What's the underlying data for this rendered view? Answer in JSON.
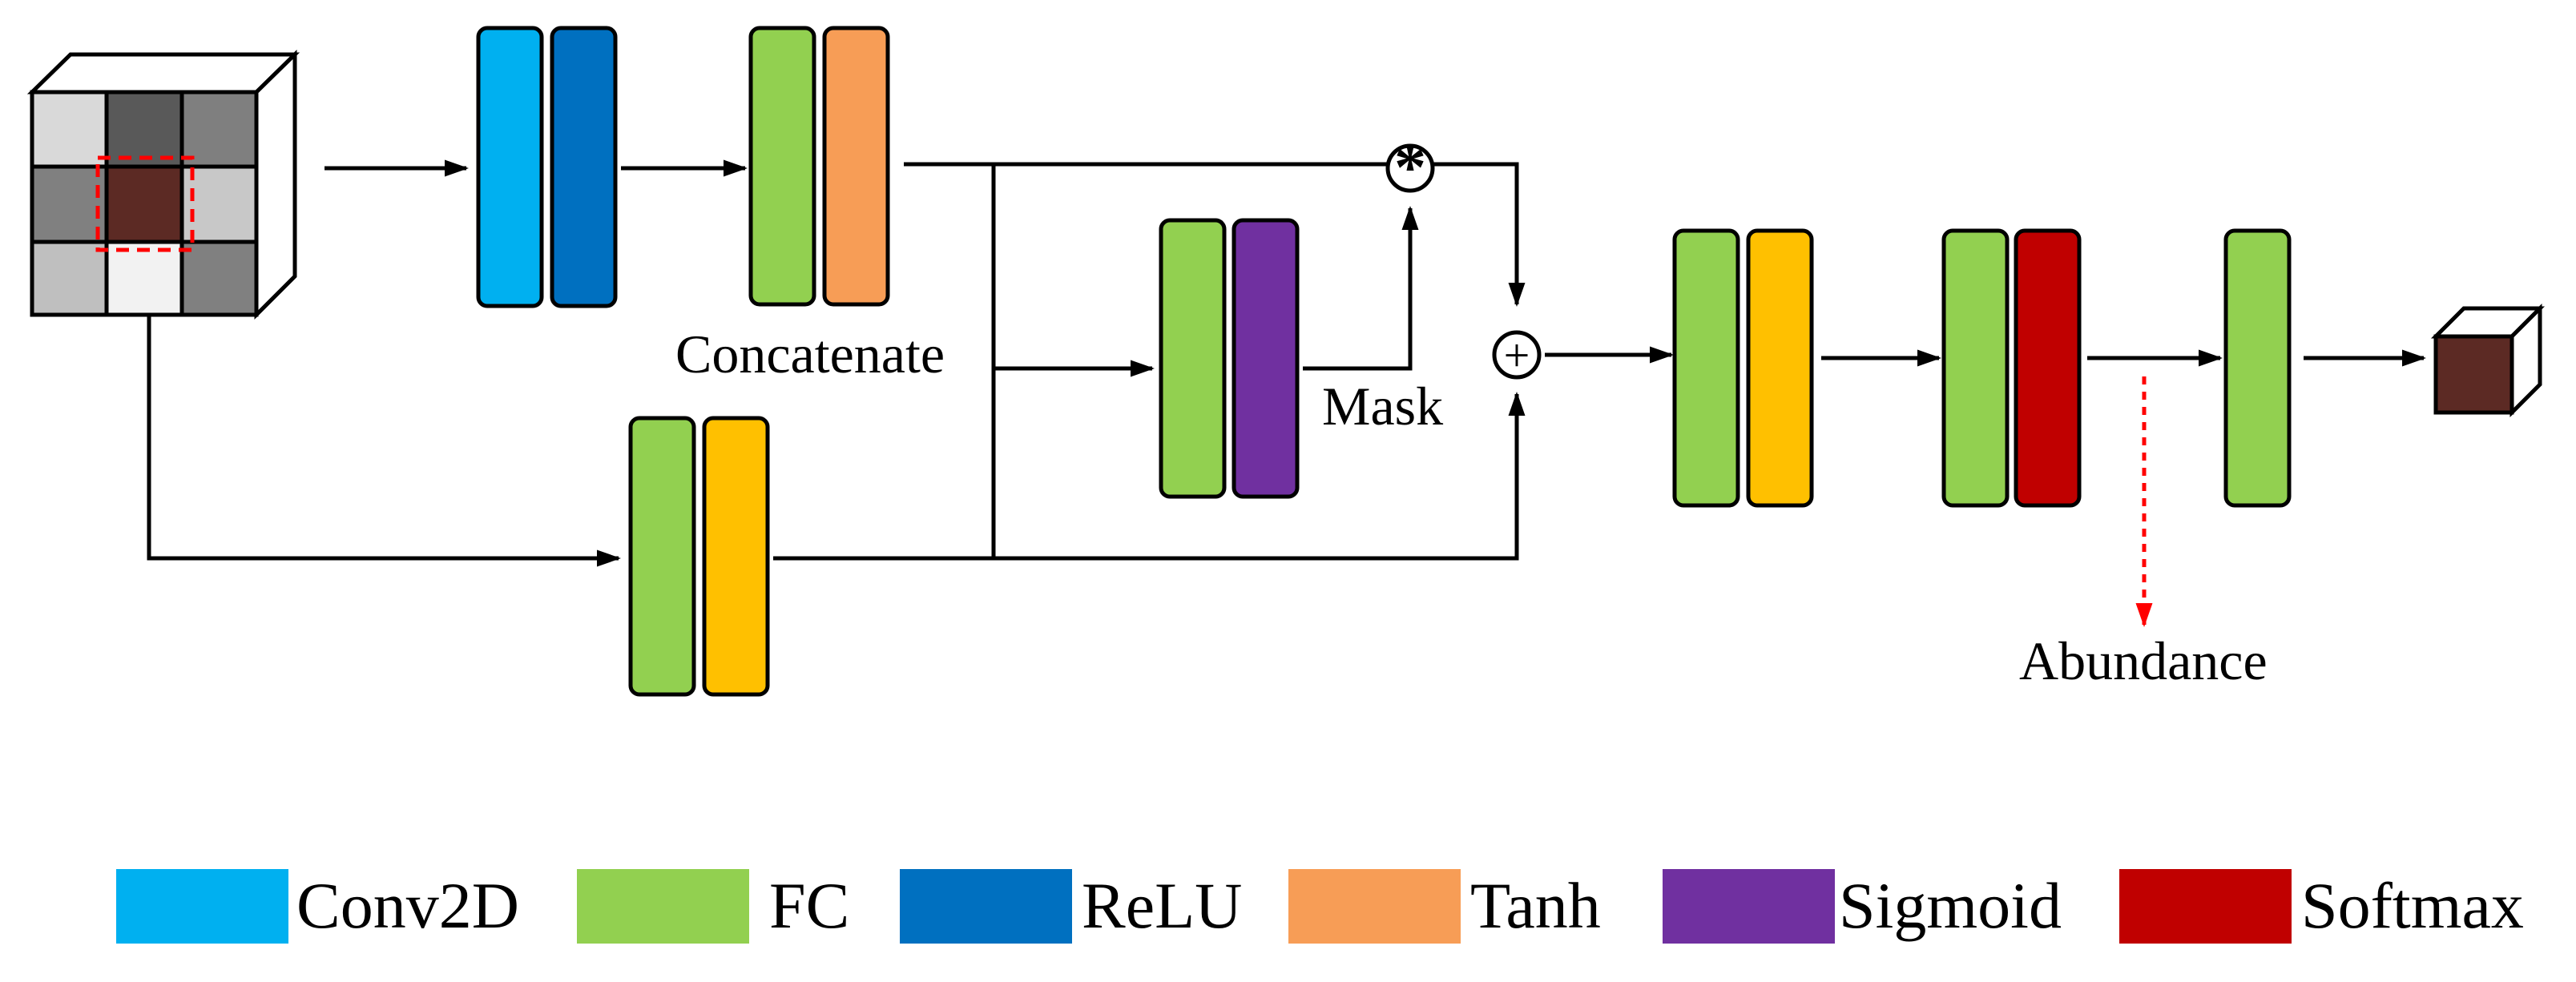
{
  "labels": {
    "concatenate": "Concatenate",
    "mask": "Mask",
    "abundance": "Abundance",
    "multiply_symbol": "*",
    "add_symbol": "+"
  },
  "legend": [
    {
      "label": "Conv2D",
      "color": "#00B0F0"
    },
    {
      "label": "FC",
      "color": "#92D050"
    },
    {
      "label": "ReLU",
      "color": "#0070C0"
    },
    {
      "label": "Tanh",
      "color": "#F79D56"
    },
    {
      "label": "Sigmoid",
      "color": "#7030A0"
    },
    {
      "label": "Softmax",
      "color": "#C00000"
    }
  ],
  "colors": {
    "conv2d": "#00B0F0",
    "fc": "#92D050",
    "relu": "#0070C0",
    "tanh": "#F79D56",
    "sigmoid": "#7030A0",
    "softmax": "#C00000",
    "gold": "#FFC000",
    "center_pixel": "#5C2A24",
    "highlight": "#FF0000"
  }
}
